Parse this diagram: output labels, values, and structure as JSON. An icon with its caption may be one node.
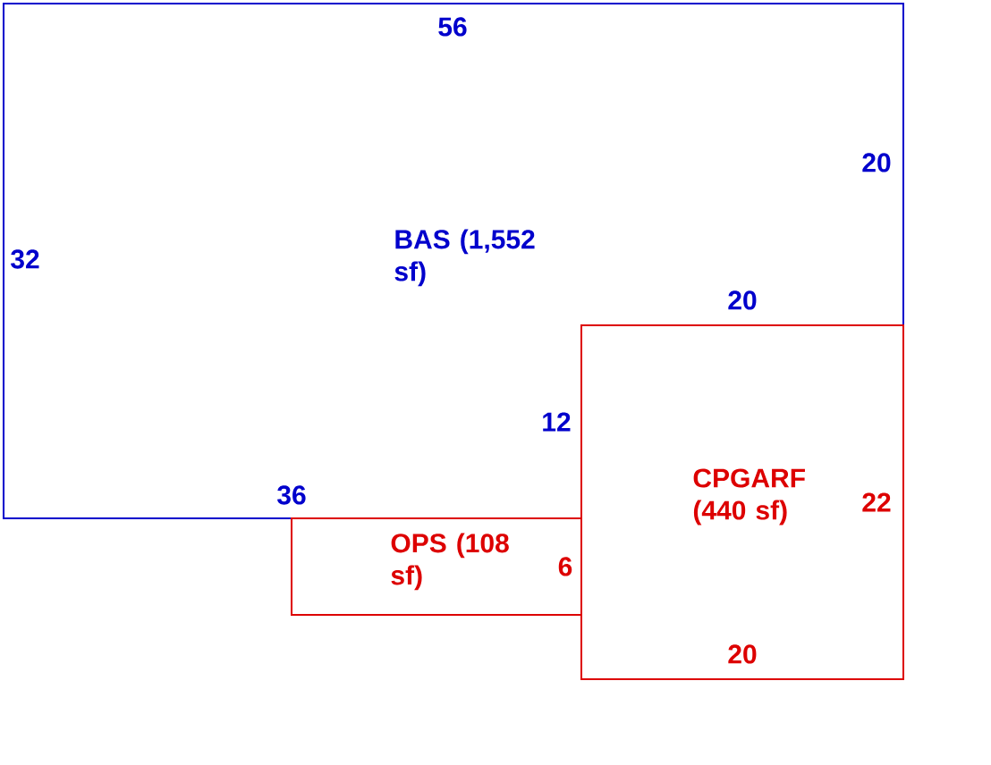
{
  "diagram": {
    "nodes": [
      {
        "text": [
          "BAS (1,552 sf)"
        ]
      },
      {
        "text": [
          "CPGARF (440 sf)"
        ]
      },
      {
        "text": [
          "OPS (108 sf)"
        ]
      }
    ],
    "labels": [
      "56",
      "20",
      "32",
      "20",
      "12",
      "36",
      "22",
      "6",
      "20"
    ]
  }
}
